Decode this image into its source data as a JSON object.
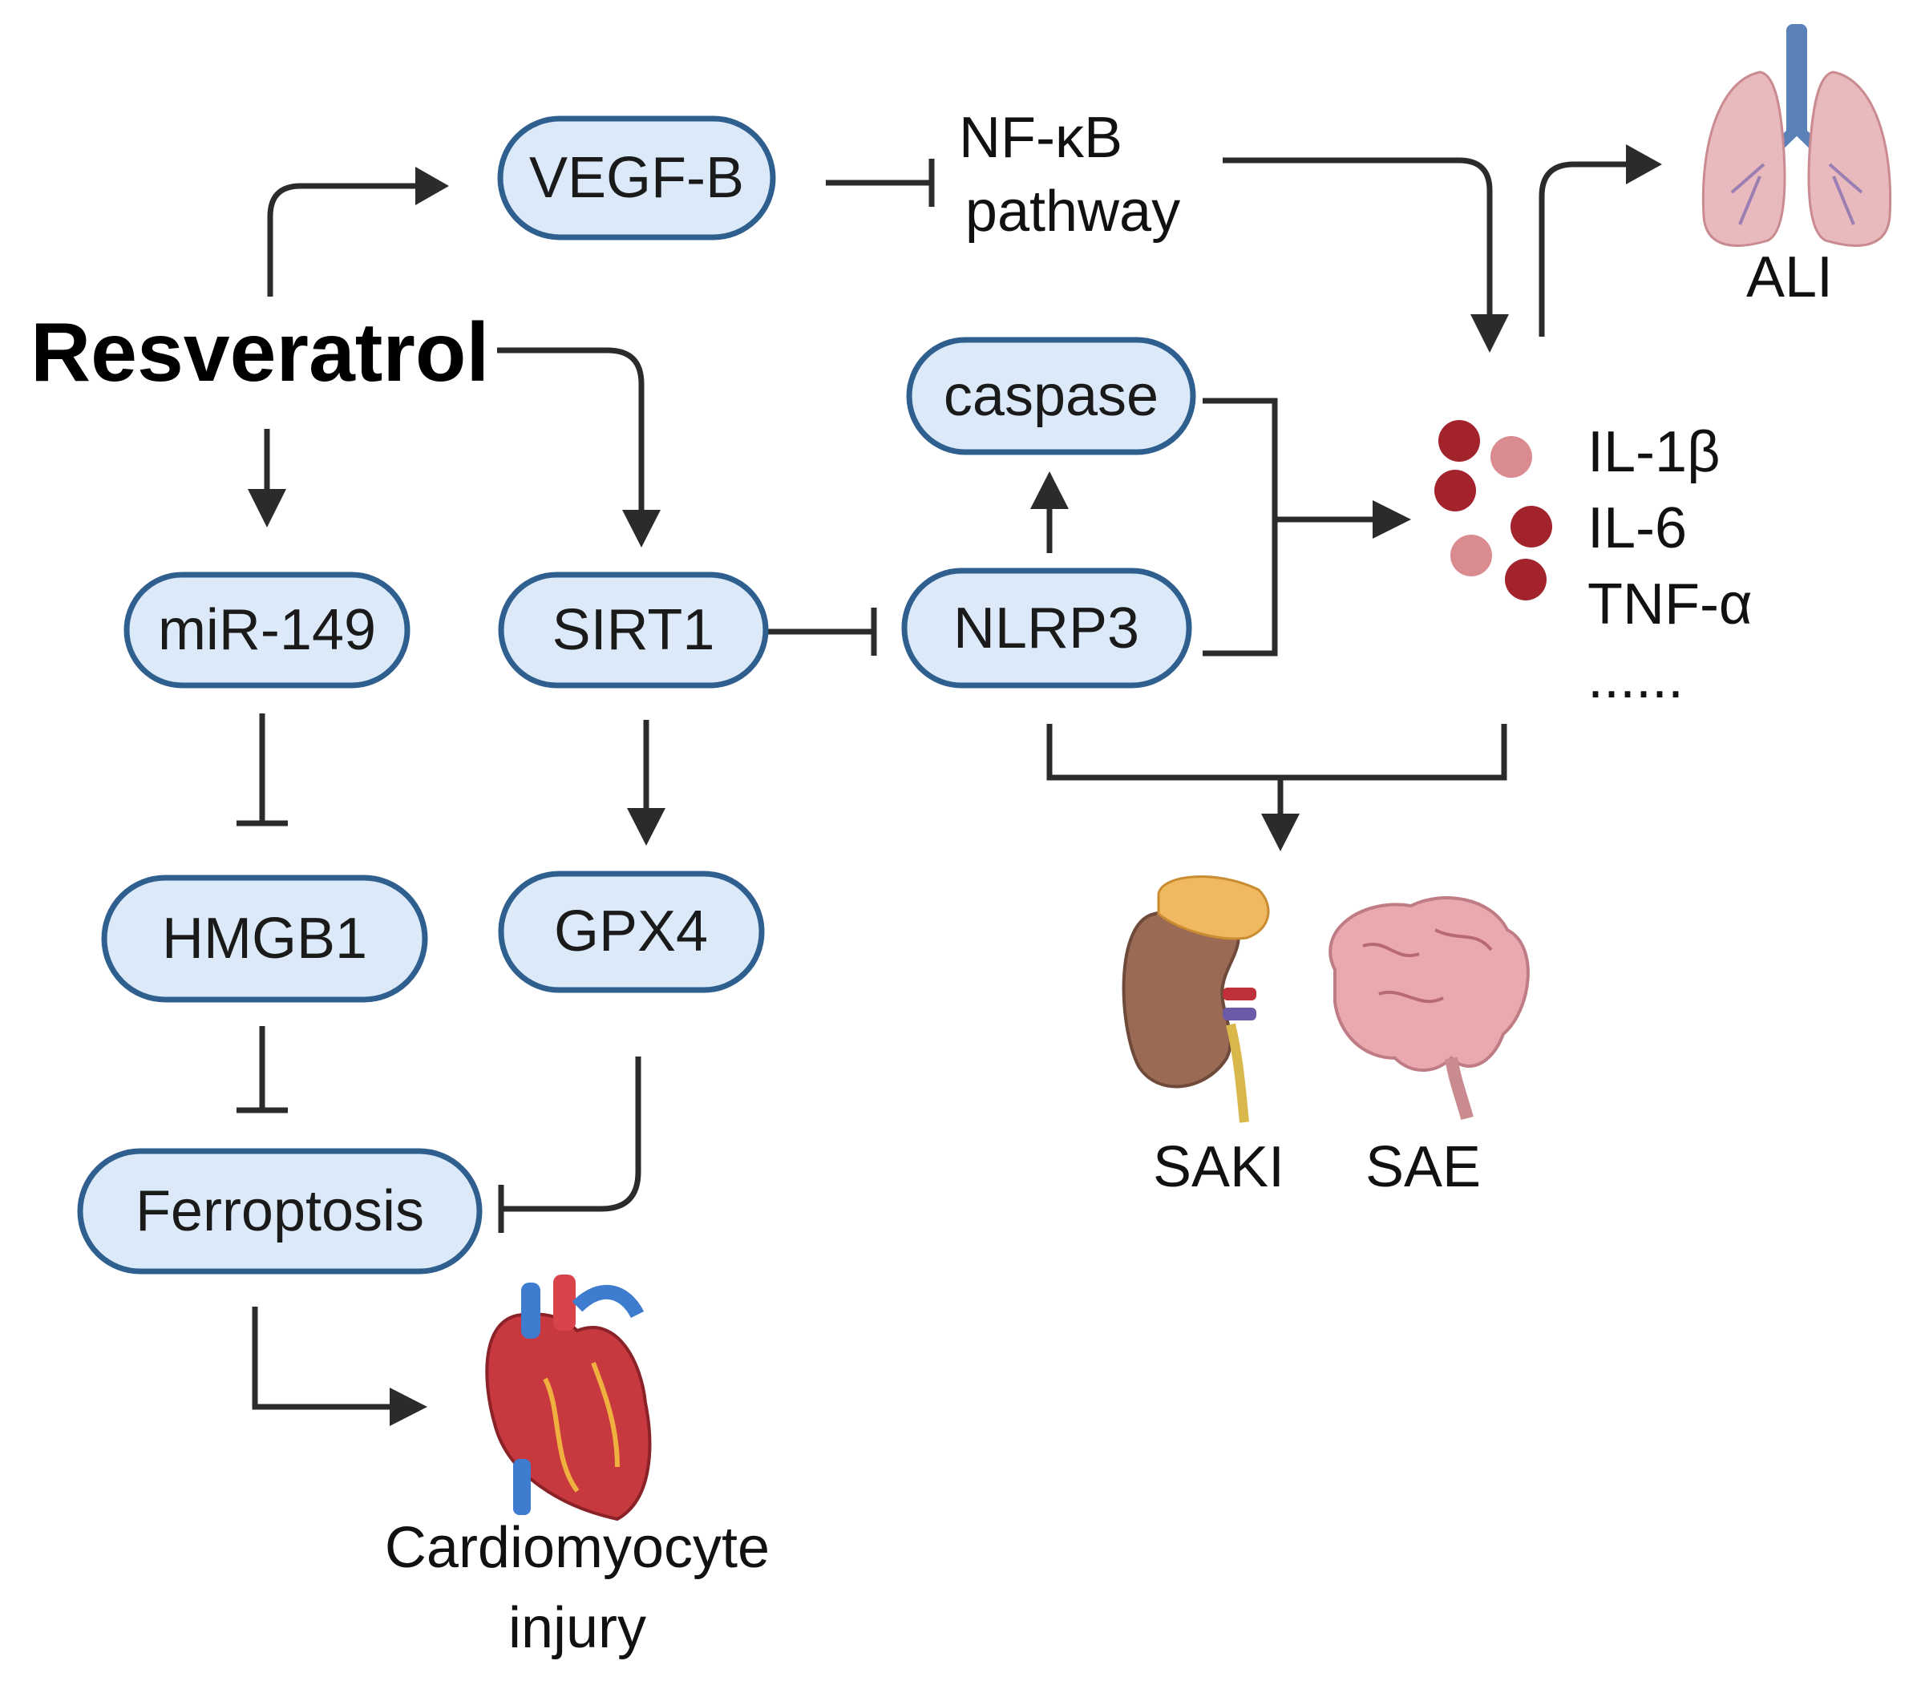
{
  "title": "Resveratrol",
  "nodes": {
    "vegfb": "VEGF-B",
    "mir149": "miR-149",
    "sirt1": "SIRT1",
    "nlrp3": "NLRP3",
    "caspase": "caspase",
    "hmgb1": "HMGB1",
    "gpx4": "GPX4",
    "ferroptosis": "Ferroptosis"
  },
  "labels": {
    "nfkb_line1": "NF-κB",
    "nfkb_line2": "pathway",
    "cytokines": [
      "IL-1β",
      "IL-6",
      "TNF-α",
      "......"
    ]
  },
  "outcomes": {
    "ali": "ALI",
    "saki": "SAKI",
    "sae": "SAE",
    "cardio_line1": "Cardiomyocyte",
    "cardio_line2": "injury"
  },
  "icons": [
    "lung-icon",
    "kidney-icon",
    "brain-icon",
    "heart-icon"
  ],
  "colors": {
    "node_fill": "#dbe9f8",
    "node_border": "#2f5f8f",
    "cytokine_dark": "#a3232c",
    "cytokine_light": "#d98b8f"
  }
}
